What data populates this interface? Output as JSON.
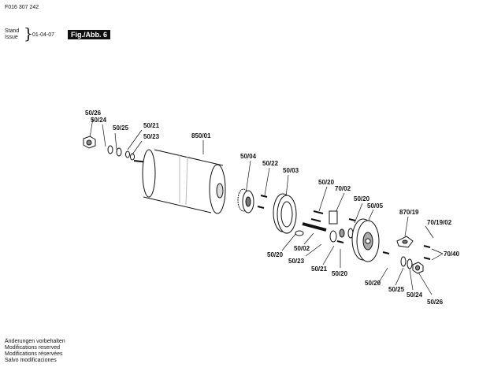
{
  "header": {
    "doc_number": "F016 307 242",
    "stand_label": "Stand",
    "issue_label": "Issue",
    "date": "01-04-07",
    "fig_label": "Fig./Abb. 6"
  },
  "footer": {
    "lines": [
      "Änderungen vorbehalten",
      "Modifications reserved",
      "Modifications réservées",
      "Salvo modificaciones"
    ]
  },
  "parts": {
    "p1": "50/26",
    "p2": "50/24",
    "p3": "50/25",
    "p4": "50/21",
    "p5": "50/23",
    "p6": "850/01",
    "p7": "50/04",
    "p8": "50/22",
    "p9": "50/03",
    "p10": "50/20",
    "p11": "70/02",
    "p12": "50/20",
    "p13": "50/05",
    "p14": "870/19",
    "p15": "70/19/02",
    "p16": "50/20",
    "p17": "50/02",
    "p18": "50/23",
    "p19": "50/21",
    "p20": "50/20",
    "p21": "50/20",
    "p22": "70/40",
    "p23": "50/25",
    "p24": "50/24",
    "p25": "50/26"
  }
}
